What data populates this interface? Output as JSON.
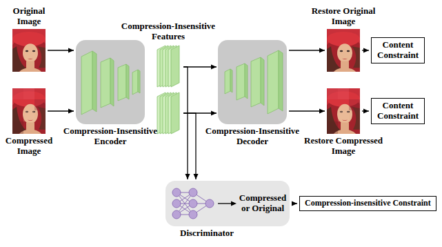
{
  "diagram": {
    "nodes": [
      {
        "text": [
          "Original Image"
        ]
      },
      {
        "text": [
          "Compressed Image"
        ]
      },
      {
        "text": [
          "Compression-Insensitive Encoder"
        ]
      },
      {
        "text": [
          "Compression-Insensitive Features"
        ]
      },
      {
        "text": [
          "Compression-Insensitive Decoder"
        ]
      },
      {
        "text": [
          "Restore Original Image"
        ]
      },
      {
        "text": [
          "Restore Compressed Image"
        ]
      },
      {
        "text": [
          "Content Constraint"
        ]
      },
      {
        "text": [
          "Content Constraint"
        ]
      },
      {
        "text": [
          "Compressed or Original",
          "Discriminator"
        ]
      },
      {
        "text": [
          "Compression-insensitive Constraint"
        ]
      }
    ],
    "edges": [
      {
        "from": 0,
        "to": 2,
        "arrow": "to"
      },
      {
        "from": 1,
        "to": 2,
        "arrow": "to"
      },
      {
        "from": 3,
        "to": 4,
        "arrow": "to"
      },
      {
        "from": 4,
        "to": 5,
        "arrow": "to"
      },
      {
        "from": 4,
        "to": 6,
        "arrow": "to"
      },
      {
        "from": 5,
        "to": 7,
        "arrow": "to"
      },
      {
        "from": 6,
        "to": 8,
        "arrow": "to"
      },
      {
        "from": 3,
        "to": 9,
        "arrow": "to"
      },
      {
        "from": 9,
        "to": 10,
        "arrow": "to"
      }
    ]
  }
}
